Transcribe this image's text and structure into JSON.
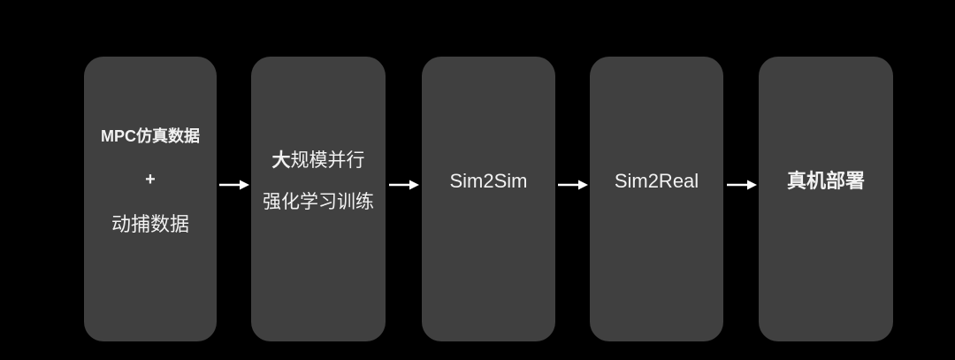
{
  "colors": {
    "background": "#000000",
    "nodeFill": "#404040",
    "text": "#f2f2f2",
    "arrow": "#ffffff"
  },
  "flow": {
    "node1": {
      "line1": "MPC仿真数据",
      "line2": "+",
      "line3": "动捕数据"
    },
    "node2": {
      "line1_bold": "大",
      "line1_rest": "规模并行",
      "line2": "强化学习训练"
    },
    "node3": {
      "label": "Sim2Sim"
    },
    "node4": {
      "label": "Sim2Real"
    },
    "node5": {
      "label": "真机部署"
    },
    "arrow_icon": "arrow-right"
  }
}
